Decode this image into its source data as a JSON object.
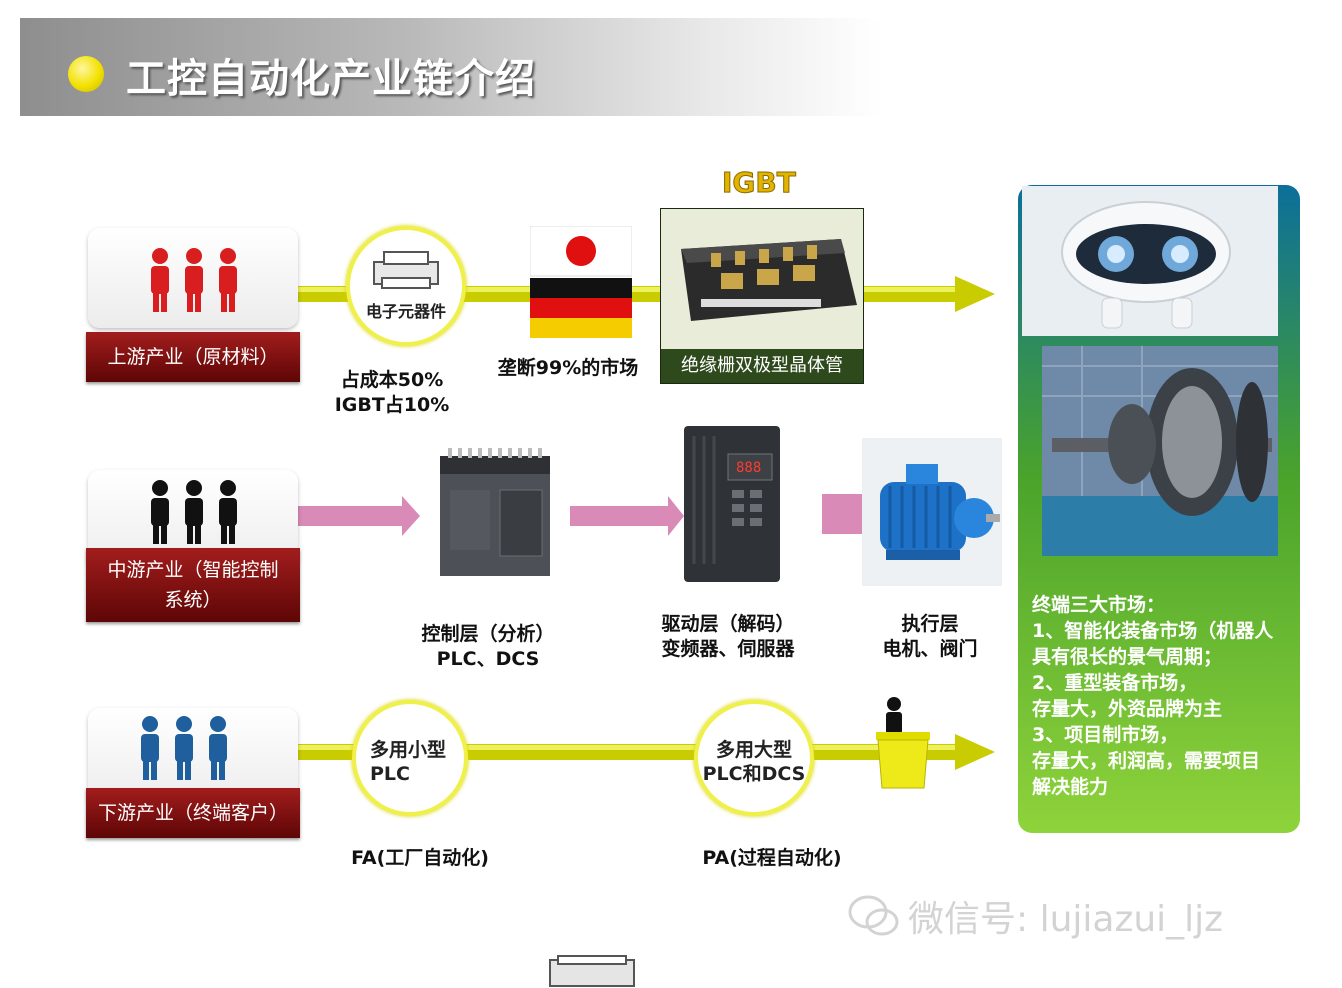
{
  "header": {
    "title": "工控自动化产业链介绍"
  },
  "rows": {
    "upstream": {
      "label": "上游产业（原材料）",
      "node_electronic": "电子元器件",
      "cost_line1": "占成本50%",
      "cost_line2": "IGBT占10%",
      "monopoly": "垄断99%的市场",
      "igbt_title": "IGBT",
      "igbt_caption": "绝缘栅双极型晶体管"
    },
    "midstream": {
      "label_line1": "中游产业（智能控制",
      "label_line2": "系统）",
      "control_line1": "控制层（分析）",
      "control_line2": "PLC、DCS",
      "drive_line1": "驱动层（解码）",
      "drive_line2": "变频器、伺服器",
      "exec_line1": "执行层",
      "exec_line2": "电机、阀门"
    },
    "downstream": {
      "label": "下游产业（终端客户）",
      "small_line1": "多用小型",
      "small_line2": "PLC",
      "large_line1": "多用大型",
      "large_line2": "PLC和DCS",
      "fa": "FA(工厂自动化)",
      "pa": "PA(过程自动化)"
    }
  },
  "markets": {
    "lines": [
      "终端三大市场：",
      "1、智能化装备市场（机器人",
      "具有很长的景气周期；",
      "2、重型装备市场，",
      "存量大，外资品牌为主",
      "3、项目制市场，",
      "存量大，利润高，需要项目",
      "解决能力"
    ]
  },
  "watermark": "微信号: lujiazui_ljz",
  "colors": {
    "yellow_arrow": "#c8cc00",
    "pink_arrow": "#d98ab7",
    "label_red": "#8d1414",
    "people_red": "#d81e1e",
    "people_black": "#111111",
    "people_blue": "#1f5f9e"
  }
}
